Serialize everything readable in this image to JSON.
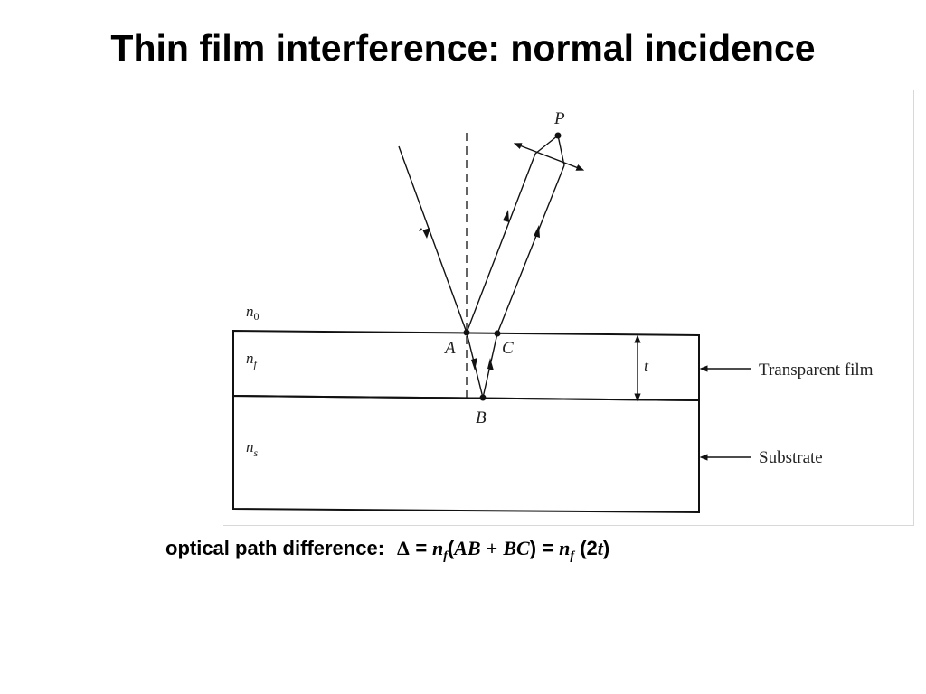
{
  "slide": {
    "title": "Thin film interference: normal incidence"
  },
  "diagram": {
    "labels": {
      "n0_base": "n",
      "n0_sub": "0",
      "nf_base": "n",
      "nf_sub": "f",
      "ns_base": "n",
      "ns_sub": "s",
      "point_a": "A",
      "point_b": "B",
      "point_c": "C",
      "point_p": "P",
      "thickness": "t",
      "transparent_film": "Transparent film",
      "substrate": "Substrate"
    }
  },
  "formula": {
    "label": "optical path difference:",
    "delta": "Δ",
    "eq1": "=",
    "n1": "n",
    "n1_sub": "f",
    "open1": "(",
    "ab": "AB",
    "plus": "+",
    "bc": "BC",
    "close1": ")",
    "eq2": "=",
    "n2": "n",
    "n2_sub": "f",
    "open2": "(",
    "two": "2",
    "t": "t",
    "close2": ")"
  }
}
